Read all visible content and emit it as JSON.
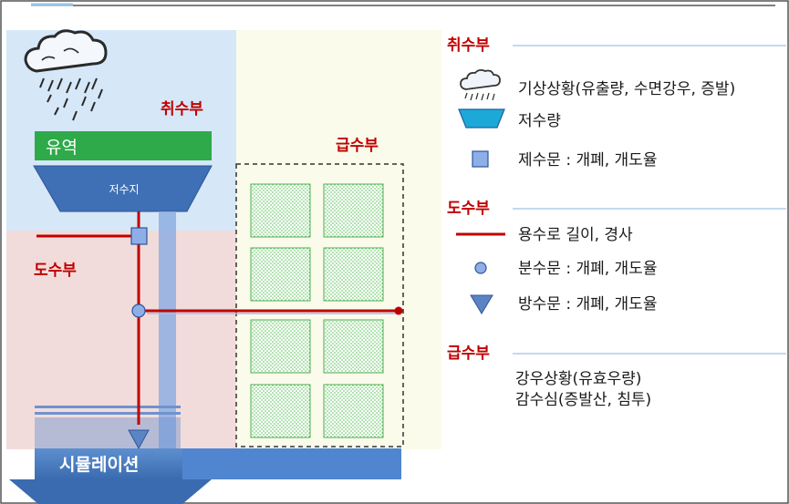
{
  "diagram": {
    "labels": {
      "intake": "취수부",
      "supply": "급수부",
      "conveyance": "도수부",
      "watershed": "유역",
      "reservoir": "저수지",
      "simulation": "시뮬레이션"
    },
    "legend": {
      "intake": {
        "title": "취수부",
        "items": [
          {
            "icon": "rain-cloud-icon",
            "text": "기상상황(유출량, 수면강우, 증발)"
          },
          {
            "icon": "reservoir-trapezoid-icon",
            "text": "저수량"
          },
          {
            "icon": "sluice-square-icon",
            "text": "제수문 : 개폐, 개도율"
          }
        ]
      },
      "conveyance": {
        "title": "도수부",
        "items": [
          {
            "icon": "canal-line-icon",
            "text": "용수로 길이, 경사"
          },
          {
            "icon": "diversion-circle-icon",
            "text": "분수문 : 개폐, 개도율"
          },
          {
            "icon": "drain-triangle-icon",
            "text": "방수문 : 개폐, 개도율"
          }
        ]
      },
      "supply": {
        "title": "급수부",
        "lines": [
          "강우상황(유효우량)",
          "감수심(증발산, 침투)"
        ]
      }
    },
    "colors": {
      "intake_bg": "#d6e7f7",
      "conveyance_bg": "#f2dcdb",
      "supply_bg": "#fbfbeb",
      "watershed_bar": "#2eaa4a",
      "reservoir": "#3f6fb5",
      "canal": "#c00000",
      "section_title": "#c00000",
      "simulation_bar": "#4f86cf",
      "paddy": "#7fd07f"
    }
  }
}
